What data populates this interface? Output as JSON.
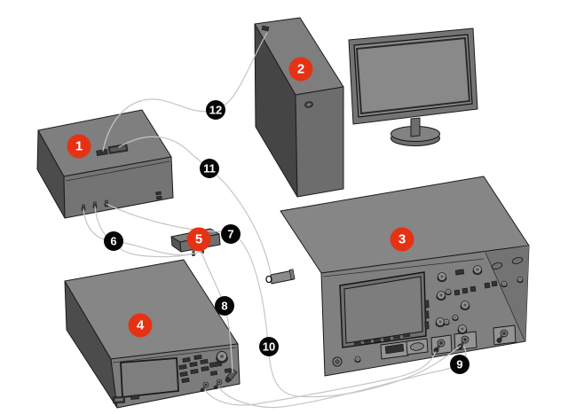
{
  "figure": {
    "kind": "numbered-hardware-setup-diagram",
    "colors": {
      "background": "#ffffff",
      "red_badge": "#e63214",
      "black_badge": "#060606",
      "badge_text": "#ffffff",
      "cable": "#c6c6c6",
      "outline": "#1c1c1c",
      "face_top": "#838383",
      "face_front": "#7a7a7a",
      "face_dark": "#4c4c4c",
      "screen": "#8a8a8a"
    }
  },
  "callouts": [
    {
      "label": "1",
      "type": "red"
    },
    {
      "label": "2",
      "type": "red"
    },
    {
      "label": "3",
      "type": "red"
    },
    {
      "label": "4",
      "type": "red"
    },
    {
      "label": "5",
      "type": "red"
    },
    {
      "label": "6",
      "type": "black"
    },
    {
      "label": "7",
      "type": "black"
    },
    {
      "label": "8",
      "type": "black"
    },
    {
      "label": "9",
      "type": "black"
    },
    {
      "label": "10",
      "type": "black"
    },
    {
      "label": "11",
      "type": "black"
    },
    {
      "label": "12",
      "type": "black"
    }
  ]
}
